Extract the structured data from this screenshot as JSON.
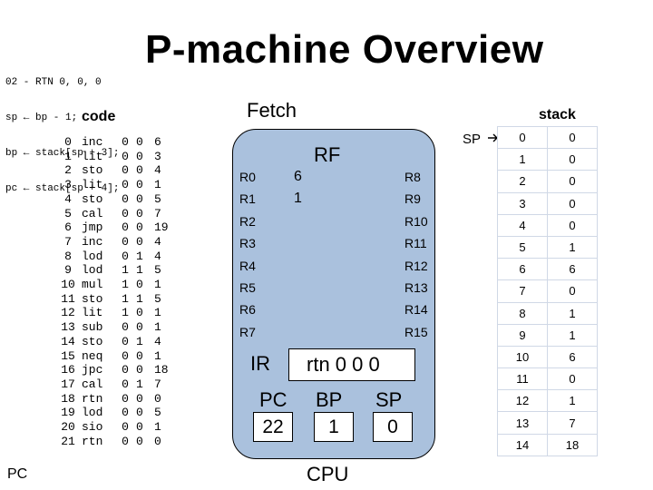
{
  "notes": [
    "02 - RTN 0, 0, 0",
    "sp ← bp - 1;",
    "bp ← stack[sp + 3];",
    "pc ← stack[sp + 4];"
  ],
  "title": "P-machine Overview",
  "code": {
    "label": "code",
    "pc_label": "PC",
    "rows": [
      {
        "i": "0",
        "op": "inc",
        "l": "0",
        "m": "0",
        "a": "6"
      },
      {
        "i": "1",
        "op": "lit",
        "l": "0",
        "m": "0",
        "a": "3"
      },
      {
        "i": "2",
        "op": "sto",
        "l": "0",
        "m": "0",
        "a": "4"
      },
      {
        "i": "3",
        "op": "lit",
        "l": "0",
        "m": "0",
        "a": "1"
      },
      {
        "i": "4",
        "op": "sto",
        "l": "0",
        "m": "0",
        "a": "5"
      },
      {
        "i": "5",
        "op": "cal",
        "l": "0",
        "m": "0",
        "a": "7"
      },
      {
        "i": "6",
        "op": "jmp",
        "l": "0",
        "m": "0",
        "a": "19"
      },
      {
        "i": "7",
        "op": "inc",
        "l": "0",
        "m": "0",
        "a": "4"
      },
      {
        "i": "8",
        "op": "lod",
        "l": "0",
        "m": "1",
        "a": "4"
      },
      {
        "i": "9",
        "op": "lod",
        "l": "1",
        "m": "1",
        "a": "5"
      },
      {
        "i": "10",
        "op": "mul",
        "l": "1",
        "m": "0",
        "a": "1"
      },
      {
        "i": "11",
        "op": "sto",
        "l": "1",
        "m": "1",
        "a": "5"
      },
      {
        "i": "12",
        "op": "lit",
        "l": "1",
        "m": "0",
        "a": "1"
      },
      {
        "i": "13",
        "op": "sub",
        "l": "0",
        "m": "0",
        "a": "1"
      },
      {
        "i": "14",
        "op": "sto",
        "l": "0",
        "m": "1",
        "a": "4"
      },
      {
        "i": "15",
        "op": "neq",
        "l": "0",
        "m": "0",
        "a": "1"
      },
      {
        "i": "16",
        "op": "jpc",
        "l": "0",
        "m": "0",
        "a": "18"
      },
      {
        "i": "17",
        "op": "cal",
        "l": "0",
        "m": "1",
        "a": "7"
      },
      {
        "i": "18",
        "op": "rtn",
        "l": "0",
        "m": "0",
        "a": "0"
      },
      {
        "i": "19",
        "op": "lod",
        "l": "0",
        "m": "0",
        "a": "5"
      },
      {
        "i": "20",
        "op": "sio",
        "l": "0",
        "m": "0",
        "a": "1"
      },
      {
        "i": "21",
        "op": "rtn",
        "l": "0",
        "m": "0",
        "a": "0"
      }
    ]
  },
  "cpu": {
    "fetch_label": "Fetch",
    "label": "CPU",
    "rf_label": "RF",
    "registers_left": [
      {
        "name": "R0",
        "value": "6"
      },
      {
        "name": "R1",
        "value": "1"
      },
      {
        "name": "R2",
        "value": ""
      },
      {
        "name": "R3",
        "value": ""
      },
      {
        "name": "R4",
        "value": ""
      },
      {
        "name": "R5",
        "value": ""
      },
      {
        "name": "R6",
        "value": ""
      },
      {
        "name": "R7",
        "value": ""
      }
    ],
    "registers_right": [
      "R8",
      "R9",
      "R10",
      "R11",
      "R12",
      "R13",
      "R14",
      "R15"
    ],
    "ir_label": "IR",
    "ir_value": "rtn 0 0 0",
    "pc_label": "PC",
    "pc_value": "22",
    "bp_label": "BP",
    "bp_value": "1",
    "sp_label": "SP",
    "sp_value": "0"
  },
  "stack": {
    "label": "stack",
    "sp_label": "SP",
    "rows": [
      [
        "0",
        "0"
      ],
      [
        "1",
        "0"
      ],
      [
        "2",
        "0"
      ],
      [
        "3",
        "0"
      ],
      [
        "4",
        "0"
      ],
      [
        "5",
        "1"
      ],
      [
        "6",
        "6"
      ],
      [
        "7",
        "0"
      ],
      [
        "8",
        "1"
      ],
      [
        "9",
        "1"
      ],
      [
        "10",
        "6"
      ],
      [
        "11",
        "0"
      ],
      [
        "12",
        "1"
      ],
      [
        "13",
        "7"
      ],
      [
        "14",
        "18"
      ]
    ]
  }
}
